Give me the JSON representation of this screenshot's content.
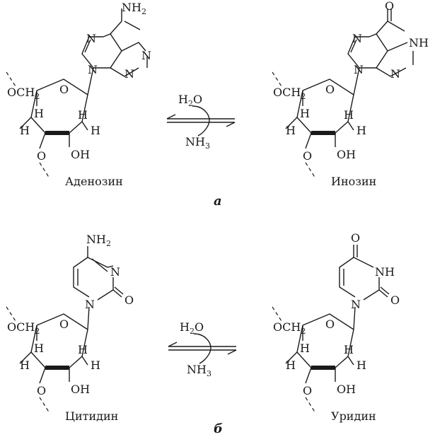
{
  "panel_a": {
    "left_molecule": {
      "name": "Аденозин",
      "base_substituent": "NH",
      "base_substituent_sub": "2",
      "ring_atoms": [
        "N",
        "N",
        "N",
        "N"
      ]
    },
    "right_molecule": {
      "name": "Инозин",
      "base_substituent": "O",
      "nh_label": "NH",
      "ring_atoms": [
        "N",
        "N",
        "N"
      ]
    },
    "reagent_top": "H",
    "reagent_top_sub": "2",
    "reagent_top_tail": "O",
    "reagent_bottom": "NH",
    "reagent_bottom_sub": "3",
    "tag": "а"
  },
  "panel_b": {
    "left_molecule": {
      "name": "Цитидин",
      "base_substituent": "NH",
      "base_substituent_sub": "2",
      "ring_atoms": [
        "N",
        "N"
      ],
      "carbonyl": "O"
    },
    "right_molecule": {
      "name": "Уридин",
      "base_substituent": "O",
      "nh_label": "NH",
      "ring_atoms": [
        "N"
      ],
      "carbonyl": "O"
    },
    "reagent_top": "H",
    "reagent_top_sub": "2",
    "reagent_top_tail": "O",
    "reagent_bottom": "NH",
    "reagent_bottom_sub": "3",
    "tag": "б"
  },
  "sugar": {
    "och2": "OCH",
    "och2_sub": "2",
    "ring_o": "O",
    "h": "H",
    "o": "O",
    "oh": "OH"
  }
}
